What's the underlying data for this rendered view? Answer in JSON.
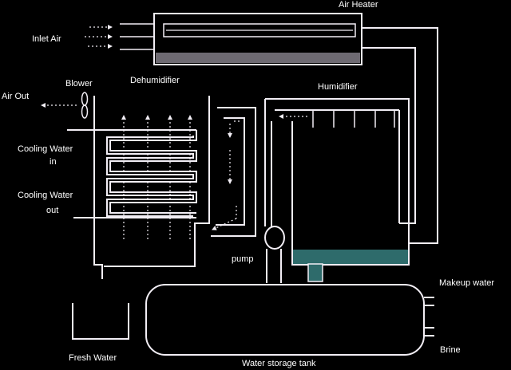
{
  "labels": {
    "air_heater": "Air Heater",
    "inlet_air": "Inlet Air",
    "blower": "Blower",
    "dehumidifier": "Dehumidifier",
    "air_out": "Air Out",
    "humidifier": "Humidifier",
    "cooling_water_in_line1": "Cooling Water",
    "cooling_water_in_line2": "in",
    "cooling_water_out_line1": "Cooling Water",
    "cooling_water_out_line2": "out",
    "pump": "pump",
    "makeup_water": "Makeup water",
    "brine": "Brine",
    "fresh_water": "Fresh Water",
    "water_storage_tank": "Water storage tank"
  },
  "colors": {
    "background": "#000000",
    "line": "#f2eef5",
    "heater_fill": "#d9cfe0",
    "heater_band": "#6e6a72",
    "water": "#2e6b6b",
    "label": "#ffffff"
  }
}
